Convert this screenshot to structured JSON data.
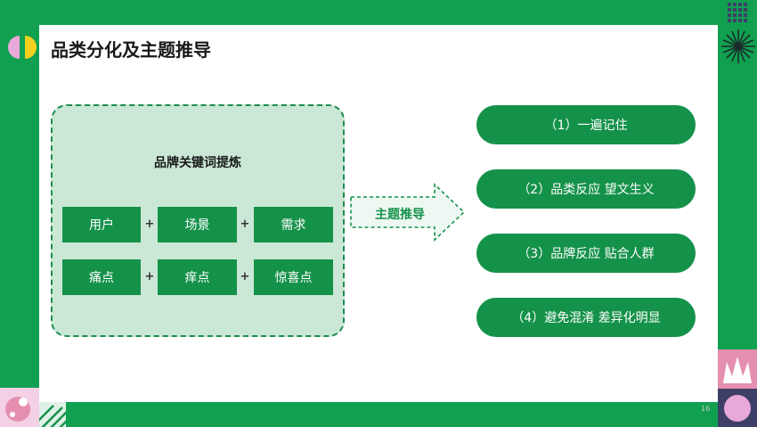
{
  "slide": {
    "title": "品类分化及主题推导",
    "page_number": "16"
  },
  "keywords": {
    "title": "品牌关键词提炼",
    "row1": [
      "用户",
      "场景",
      "需求"
    ],
    "row2": [
      "痛点",
      "痒点",
      "惊喜点"
    ],
    "plus": "+"
  },
  "arrow": {
    "label": "主题推导"
  },
  "themes": [
    "（1）一遍记住",
    "（2）品类反应 望文生义",
    "（3）品牌反应 贴合人群",
    "（4）避免混淆 差异化明显"
  ],
  "colors": {
    "brand_green": "#10a050",
    "chip_green": "#15924a",
    "light_green": "#cbe8d6",
    "accent_pink": "#e8a8d8",
    "accent_yellow": "#f2d21f",
    "accent_purple": "#3e3f66"
  }
}
